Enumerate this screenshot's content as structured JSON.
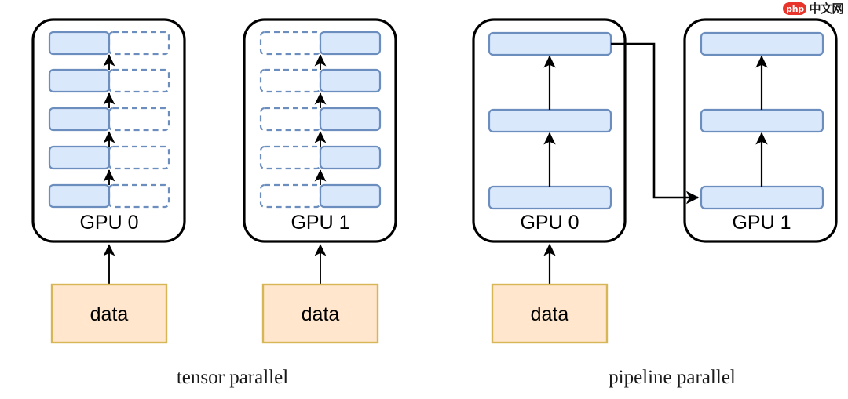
{
  "diagram": {
    "title_absent": true,
    "background_color": "#ffffff",
    "palette": {
      "layer_fill": "#dae8fc",
      "layer_stroke": "#6c8ebf",
      "data_fill": "#ffe6cc",
      "data_stroke": "#d6b656",
      "frame_stroke": "#000000",
      "arrow_color": "#000000",
      "watermark_red": "#e8342a"
    },
    "groups": [
      {
        "caption": "tensor parallel",
        "gpus": [
          {
            "label": "GPU 0",
            "layer_count": 5,
            "solid_side": "left",
            "dashed_side": "right",
            "arrow_count": 4,
            "data_label": "data"
          },
          {
            "label": "GPU 1",
            "layer_count": 5,
            "solid_side": "right",
            "dashed_side": "left",
            "arrow_count": 4,
            "data_label": "data"
          }
        ]
      },
      {
        "caption": "pipeline parallel",
        "gpus": [
          {
            "label": "GPU 0",
            "layer_count": 3,
            "solid_side": "full",
            "dashed_side": "none",
            "arrow_count": 2,
            "data_label": "data"
          },
          {
            "label": "GPU 1",
            "layer_count": 3,
            "solid_side": "full",
            "dashed_side": "none",
            "arrow_count": 2,
            "data_label": null
          }
        ],
        "cross_gpu_connector": {
          "from": "GPU 0 top layer",
          "to": "GPU 1 bottom layer",
          "style": "orthogonal-elbow-with-arrowhead"
        }
      }
    ],
    "captions": {
      "left": "tensor parallel",
      "right": "pipeline parallel"
    },
    "data_boxes": [
      {
        "label": "data"
      },
      {
        "label": "data"
      },
      {
        "label": "data"
      }
    ],
    "gpu_labels": [
      "GPU 0",
      "GPU 1",
      "GPU 0",
      "GPU 1"
    ]
  },
  "watermark": {
    "logo_text": "php",
    "site_text": "中文网"
  }
}
